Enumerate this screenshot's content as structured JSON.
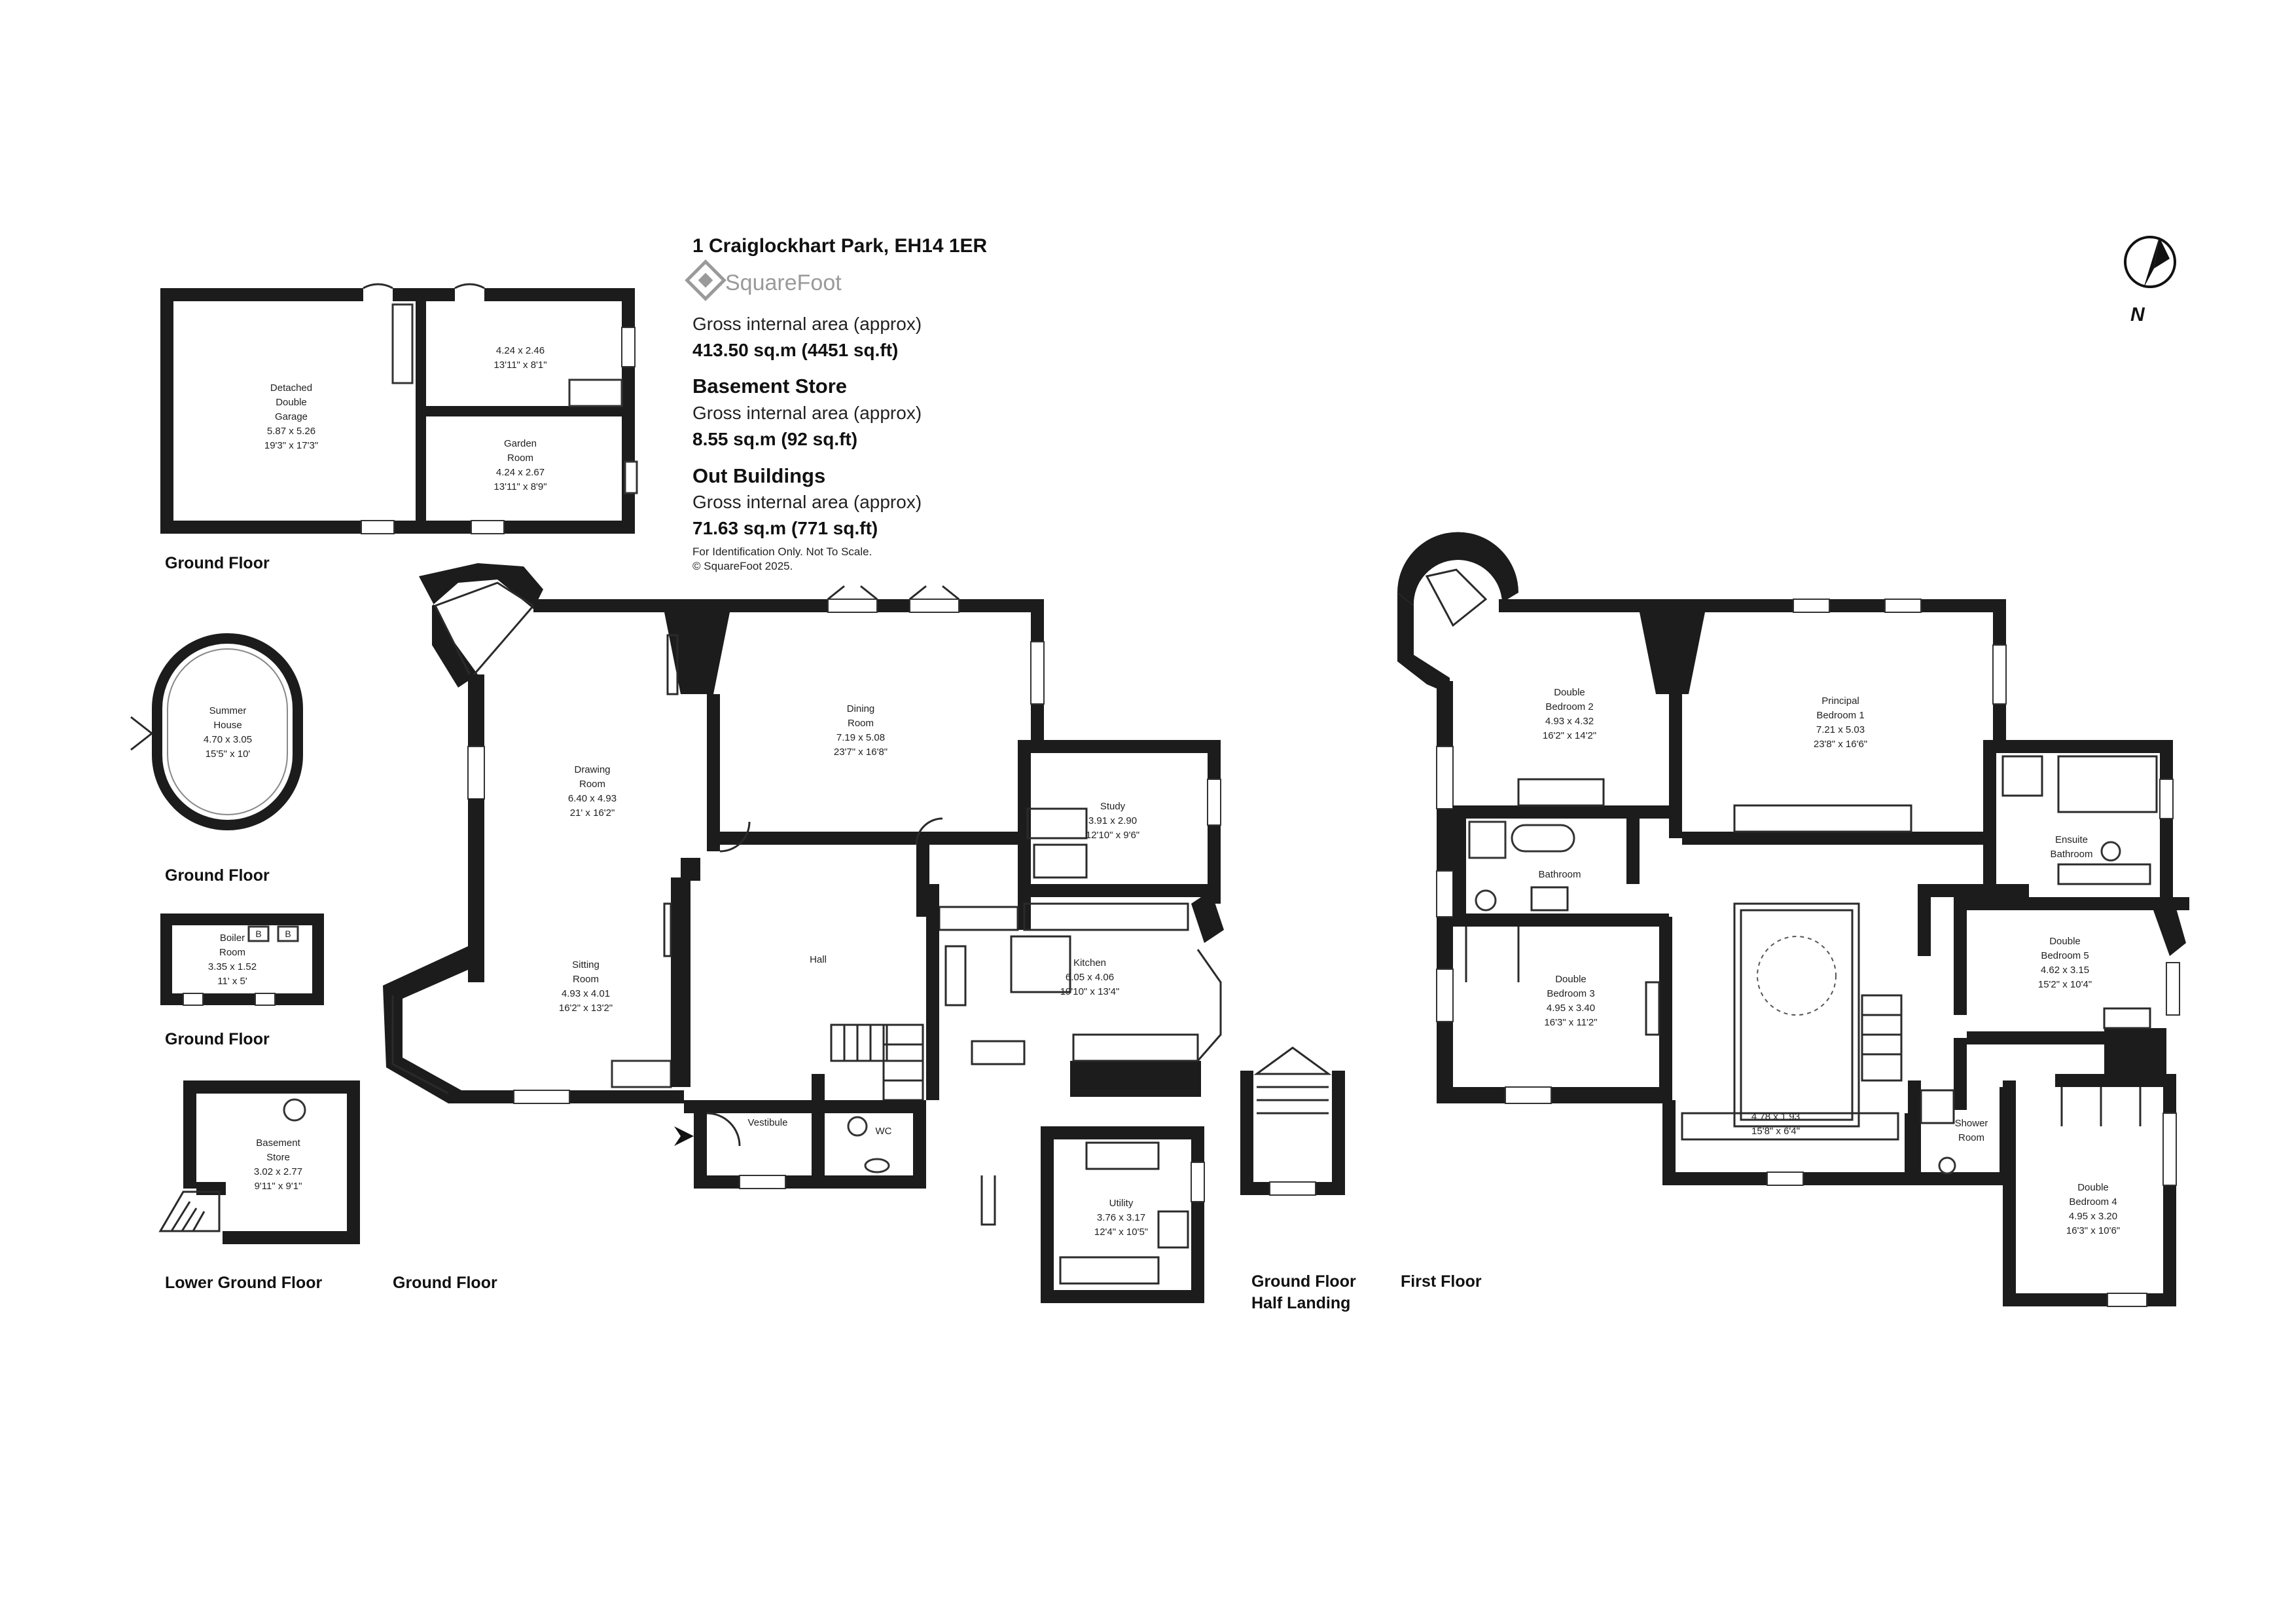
{
  "header": {
    "address": "1 Craiglockhart Park, EH14 1ER",
    "brand": "SquareFoot",
    "gia_label": "Gross internal area (approx)",
    "gia_value": "413.50 sq.m (4451 sq.ft)",
    "basement_heading": "Basement Store",
    "basement_label": "Gross internal area (approx)",
    "basement_value": "8.55 sq.m (92 sq.ft)",
    "outbuildings_heading": "Out Buildings",
    "outbuildings_label": "Gross internal area (approx)",
    "outbuildings_value": "71.63 sq.m (771 sq.ft)",
    "disclaimer": "For Identification Only. Not To Scale.",
    "copyright": "© SquareFoot 2025."
  },
  "compass": {
    "label": "N"
  },
  "floor_labels": {
    "garage_ground": "Ground Floor",
    "summer_ground": "Ground Floor",
    "boiler_ground": "Ground Floor",
    "lower_ground": "Lower Ground Floor",
    "ground": "Ground Floor",
    "half_landing_1": "Ground Floor",
    "half_landing_2": "Half  Landing",
    "first": "First Floor"
  },
  "rooms": {
    "garage": {
      "l1": "Detached",
      "l2": "Double",
      "l3": "Garage",
      "metric": "5.87 x 5.26",
      "imperial": "19'3\" x 17'3\""
    },
    "store_upper": {
      "metric": "4.24 x 2.46",
      "imperial": "13'11\" x 8'1\""
    },
    "garden_room": {
      "l1": "Garden",
      "l2": "Room",
      "metric": "4.24 x 2.67",
      "imperial": "13'11\" x 8'9\""
    },
    "summer_house": {
      "l1": "Summer",
      "l2": "House",
      "metric": "4.70 x 3.05",
      "imperial": "15'5\" x 10'"
    },
    "boiler_room": {
      "l1": "Boiler",
      "l2": "Room",
      "metric": "3.35 x 1.52",
      "imperial": "11' x 5'",
      "b": "B"
    },
    "basement_store": {
      "l1": "Basement",
      "l2": "Store",
      "metric": "3.02 x 2.77",
      "imperial": "9'11\" x 9'1\""
    },
    "drawing_room": {
      "l1": "Drawing",
      "l2": "Room",
      "metric": "6.40 x 4.93",
      "imperial": "21' x 16'2\""
    },
    "dining_room": {
      "l1": "Dining",
      "l2": "Room",
      "metric": "7.19 x 5.08",
      "imperial": "23'7\" x 16'8\""
    },
    "study": {
      "l1": "Study",
      "metric": "3.91 x 2.90",
      "imperial": "12'10\" x 9'6\""
    },
    "hall": {
      "l1": "Hall"
    },
    "sitting_room": {
      "l1": "Sitting",
      "l2": "Room",
      "metric": "4.93 x 4.01",
      "imperial": "16'2\" x 13'2\""
    },
    "kitchen": {
      "l1": "Kitchen",
      "metric": "6.05 x 4.06",
      "imperial": "19'10\" x 13'4\""
    },
    "vestibule": {
      "l1": "Vestibule"
    },
    "wc": {
      "l1": "WC"
    },
    "utility": {
      "l1": "Utility",
      "metric": "3.76 x 3.17",
      "imperial": "12'4\" x 10'5\""
    },
    "bedroom2": {
      "l1": "Double",
      "l2": "Bedroom 2",
      "metric": "4.93 x 4.32",
      "imperial": "16'2\" x 14'2\""
    },
    "bedroom1": {
      "l1": "Principal",
      "l2": "Bedroom 1",
      "metric": "7.21 x 5.03",
      "imperial": "23'8\" x 16'6\""
    },
    "ensuite": {
      "l1": "Ensuite",
      "l2": "Bathroom"
    },
    "bathroom": {
      "l1": "Bathroom"
    },
    "bedroom3": {
      "l1": "Double",
      "l2": "Bedroom 3",
      "metric": "4.95 x 3.40",
      "imperial": "16'3\" x 11'2\""
    },
    "bedroom5": {
      "l1": "Double",
      "l2": "Bedroom 5",
      "metric": "4.62 x 3.15",
      "imperial": "15'2\" x 10'4\""
    },
    "landing": {
      "metric": "4.78 x 1.93",
      "imperial": "15'8\" x 6'4\""
    },
    "shower_room": {
      "l1": "Shower",
      "l2": "Room"
    },
    "bedroom4": {
      "l1": "Double",
      "l2": "Bedroom 4",
      "metric": "4.95 x 3.20",
      "imperial": "16'3\" x 10'6\""
    }
  },
  "colors": {
    "wall": "#1c1c1c",
    "line": "#2a2a2a",
    "logo": "#9a9a9a"
  }
}
